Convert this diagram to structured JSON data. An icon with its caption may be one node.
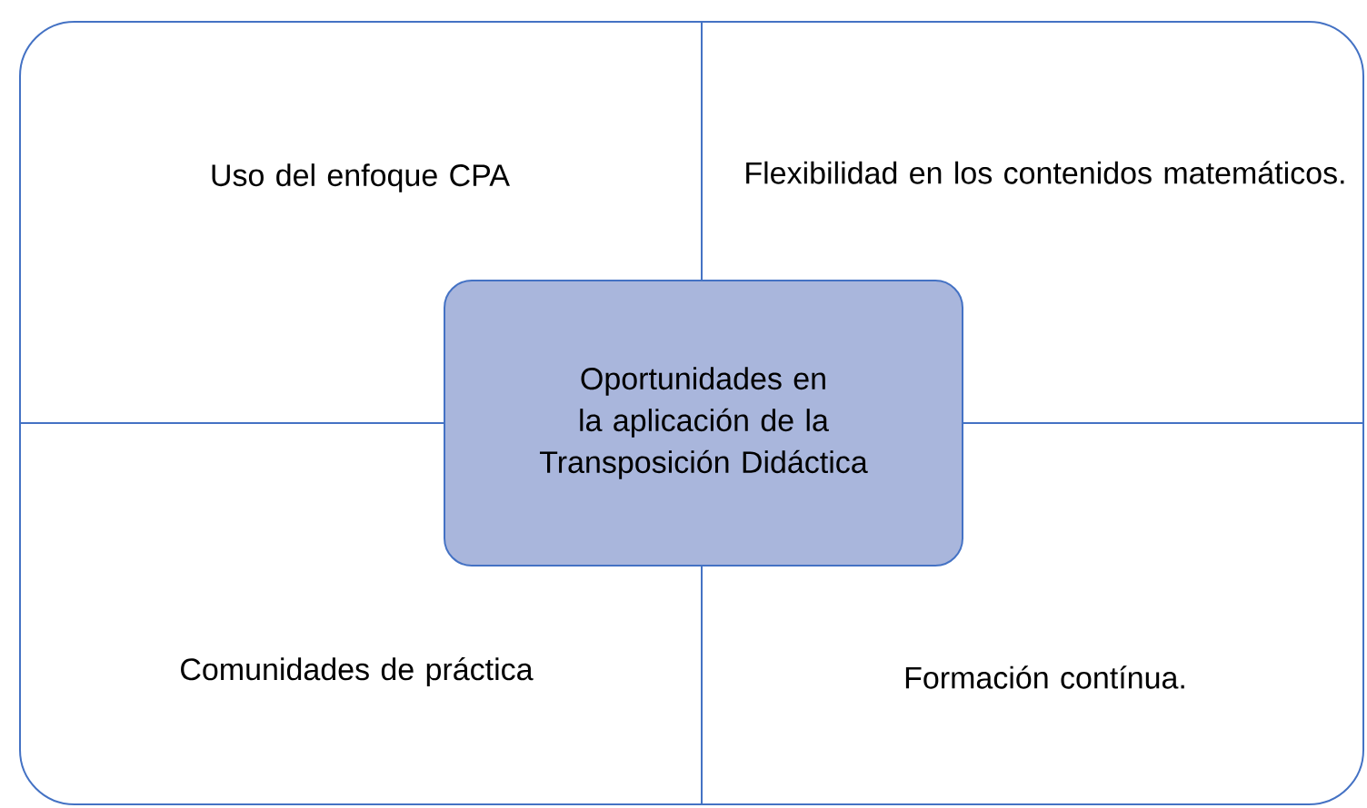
{
  "diagram": {
    "nodes": [
      {
        "text": [
          "Uso del enfoque CPA"
        ]
      },
      {
        "text": [
          "Flexibilidad en los contenidos matemáticos."
        ]
      },
      {
        "text": [
          "Oportunidades en la aplicación de la Transposición Didáctica"
        ]
      },
      {
        "text": [
          "Comunidades de práctica"
        ]
      },
      {
        "text": [
          "Formación contínua."
        ]
      }
    ]
  }
}
